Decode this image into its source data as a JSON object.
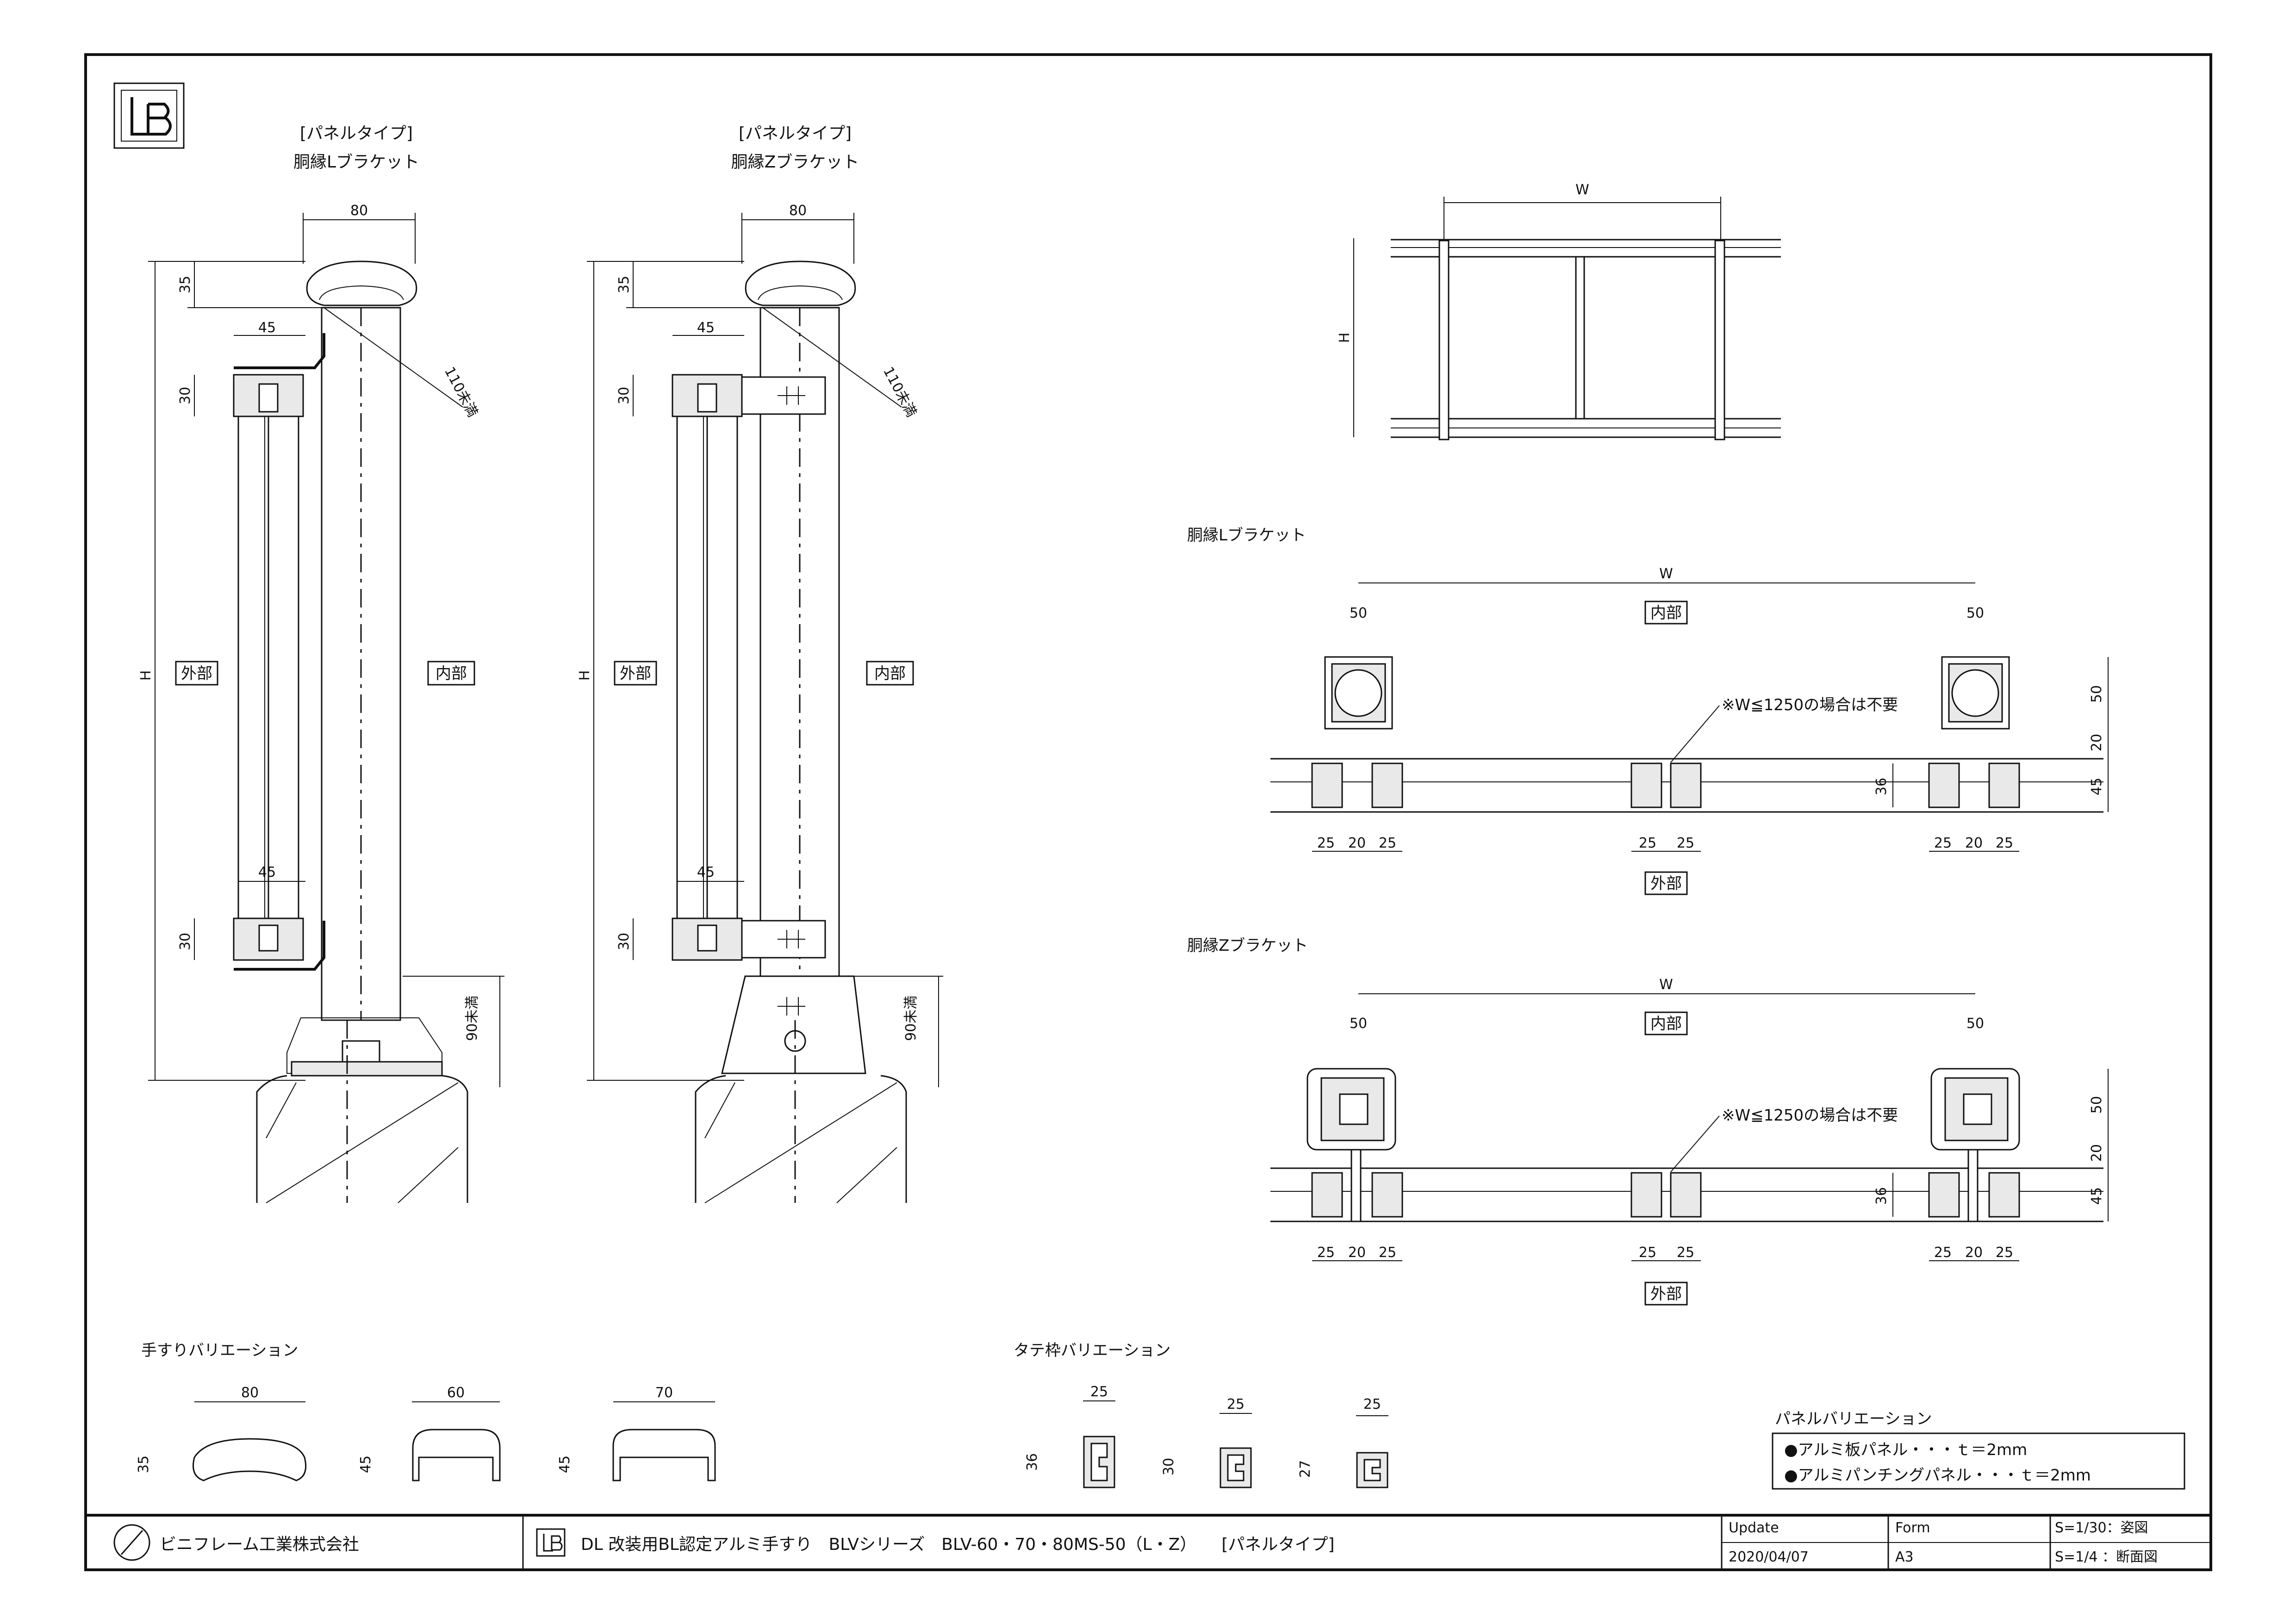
{
  "colors": {
    "ink": "#111111",
    "paper": "#ffffff",
    "fill": "#e9e9e9"
  },
  "logo": {
    "icon": "lb-logo-icon",
    "text": "LB"
  },
  "section_l": {
    "tag": "[パネルタイプ]",
    "title": "胴縁Lブラケット"
  },
  "section_z": {
    "tag": "[パネルタイプ]",
    "title": "胴縁Zブラケット"
  },
  "dims": {
    "d80": "80",
    "d35": "35",
    "d45": "45",
    "d30": "30",
    "h": "H",
    "w": "W",
    "d110": "110未満",
    "d90": "90未満",
    "d50": "50",
    "d20": "20",
    "d25": "25",
    "d36": "36",
    "d60": "60",
    "d70": "70",
    "d27": "27"
  },
  "labels": {
    "outside": "外部",
    "inside": "内部",
    "note": "※W≦1250の場合は不要"
  },
  "plan_l": {
    "title": "胴縁Lブラケット"
  },
  "plan_z": {
    "title": "胴縁Zブラケット"
  },
  "handrail_var": {
    "title": "手すりバリエーション"
  },
  "post_var": {
    "title": "タテ枠バリエーション"
  },
  "panel_var": {
    "title": "パネルバリエーション",
    "items": [
      "●アルミ板パネル・・・ｔ＝2mm",
      "●アルミパンチングパネル・・・ｔ＝2mm"
    ]
  },
  "titleblock": {
    "company": "ビニフレーム工業株式会社",
    "drawing_title": "DL 改装用BL認定アルミ手すり　BLVシリーズ　BLV-60・70・80MS-50（L・Z）　　[パネルタイプ]",
    "update_label": "Update",
    "update_value": "2020/04/07",
    "form_label": "Form",
    "form_value": "A3",
    "scale1": "S=1/30：姿図",
    "scale2": "S=1/4 ：断面図"
  }
}
